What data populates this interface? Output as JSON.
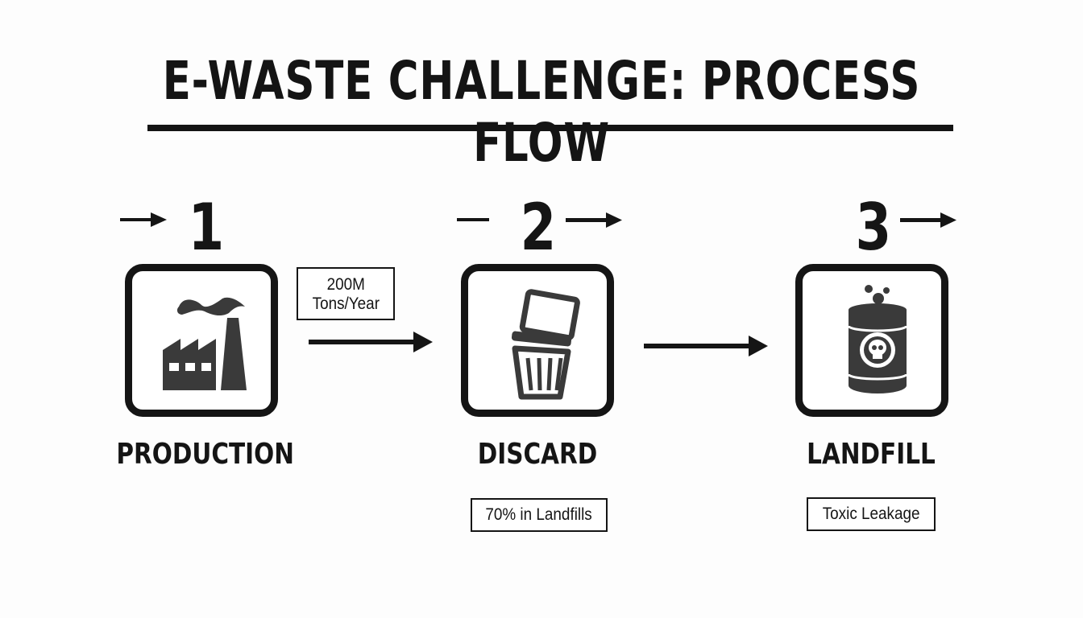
{
  "title": "E-WASTE CHALLENGE: PROCESS FLOW",
  "steps": [
    {
      "number": "1",
      "label": "PRODUCTION",
      "icon": "factory-icon"
    },
    {
      "number": "2",
      "label": "DISCARD",
      "icon": "computer-in-trash-can-icon"
    },
    {
      "number": "3",
      "label": "LANDFILL",
      "icon": "toxic-barrel-icon"
    }
  ],
  "annotations": {
    "production_volume_line1": "200M",
    "production_volume_line2": "Tons/Year",
    "discard_note": "70% in Landfills",
    "landfill_note": "Toxic Leakage"
  },
  "colors": {
    "ink": "#151515",
    "background": "#fdfdfd"
  }
}
